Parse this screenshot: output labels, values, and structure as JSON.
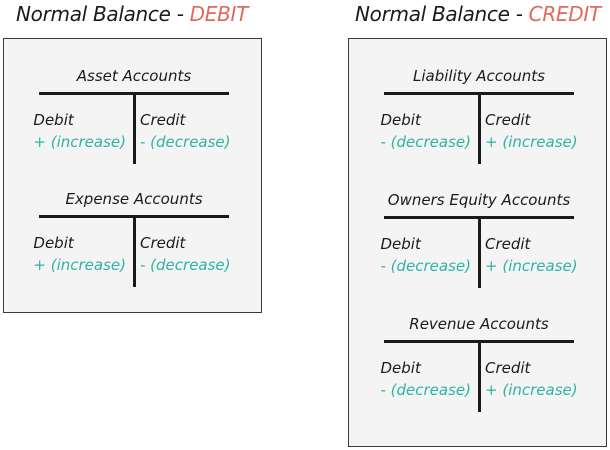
{
  "colors": {
    "accent_red": "#e0695c",
    "teal": "#2fb3a6",
    "panel_bg": "#f4f4f4",
    "ink": "#1a1a1a"
  },
  "debit_group": {
    "heading_prefix": "Normal Balance - ",
    "heading_accent": "DEBIT",
    "accounts": [
      {
        "title": "Asset Accounts",
        "left_label": "Debit",
        "left_effect": "+ (increase)",
        "right_label": "Credit",
        "right_effect": "- (decrease)"
      },
      {
        "title": "Expense Accounts",
        "left_label": "Debit",
        "left_effect": "+ (increase)",
        "right_label": "Credit",
        "right_effect": "- (decrease)"
      }
    ]
  },
  "credit_group": {
    "heading_prefix": "Normal Balance - ",
    "heading_accent": "CREDIT",
    "accounts": [
      {
        "title": "Liability Accounts",
        "left_label": "Debit",
        "left_effect": "- (decrease)",
        "right_label": "Credit",
        "right_effect": "+ (increase)"
      },
      {
        "title": "Owners Equity Accounts",
        "left_label": "Debit",
        "left_effect": "- (decrease)",
        "right_label": "Credit",
        "right_effect": "+ (increase)"
      },
      {
        "title": "Revenue Accounts",
        "left_label": "Debit",
        "left_effect": "- (decrease)",
        "right_label": "Credit",
        "right_effect": "+ (increase)"
      }
    ]
  }
}
